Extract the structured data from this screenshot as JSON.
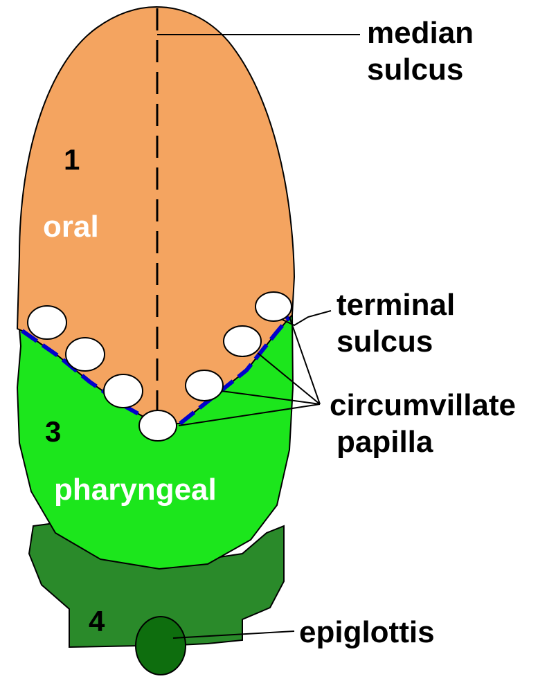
{
  "colors": {
    "oral": "#F4A460",
    "pharyngeal": "#1CE61C",
    "epiglottic_region": "#2A8A2A",
    "epiglottis": "#0E6E0E",
    "terminal_sulcus": "#0000CC",
    "papilla": "#FFFFFF",
    "outline": "#000000"
  },
  "regions": {
    "oral_number": "1",
    "oral_name": "oral",
    "pharyngeal_number": "3",
    "pharyngeal_name": "pharyngeal",
    "epiglottic_number": "4"
  },
  "labels": {
    "median_sulcus_line1": "median",
    "median_sulcus_line2": "sulcus",
    "terminal_sulcus_line1": "terminal",
    "terminal_sulcus_line2": "sulcus",
    "circumvallate_line1": "circumvillate",
    "circumvallate_line2": "papilla",
    "epiglottis": "epiglottis"
  }
}
